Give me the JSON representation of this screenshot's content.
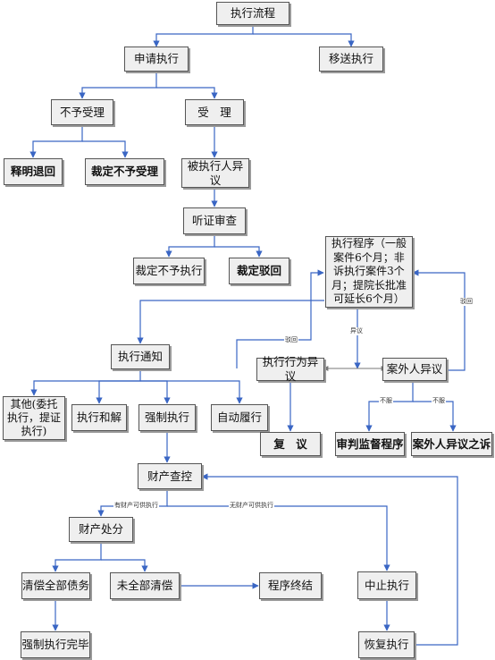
{
  "nodes": {
    "root": "执行流程",
    "apply": "申请执行",
    "transfer": "移送执行",
    "reject": "不予受理",
    "accept": "受　理",
    "explain_return": "释明退回",
    "ruling_reject": "裁定不予受理",
    "objection_party": "被执行人异议",
    "hearing": "听证审查",
    "ruling_no_exec": "裁定不予执行",
    "ruling_dismiss": "裁定驳回",
    "procedure": "执行程序（一般案件6个月；非诉执行案件3个月；提院长批准可延长6个月）",
    "notice": "执行通知",
    "act_objection": "执行行为异议",
    "outsider_objection": "案外人异议",
    "other": "其他(委托执行，提证执行)",
    "settlement": "执行和解",
    "enforcement": "强制执行",
    "voluntary": "自动履行",
    "review": "复　议",
    "trial_supervision": "审判监督程序",
    "outsider_suit": "案外人异议之诉",
    "property_search": "财产查控",
    "property_disposal": "财产处分",
    "full_pay": "清偿全部债务",
    "partial_pay": "未全部清偿",
    "termination": "程序终结",
    "suspend": "中止执行",
    "enforce_done": "强制执行完毕",
    "resume": "恢复执行"
  },
  "edge_labels": {
    "rejected": "驳回",
    "objection": "异议",
    "rejected2": "驳回",
    "disagree": "不服",
    "agree": "不服",
    "has_property": "有财产可供执行",
    "no_property": "无财产可供执行"
  },
  "colors": {
    "box_fill": "#efefef",
    "box_border": "#555555",
    "connector_blue": "#3a66c4",
    "connector_gray": "#888888"
  }
}
